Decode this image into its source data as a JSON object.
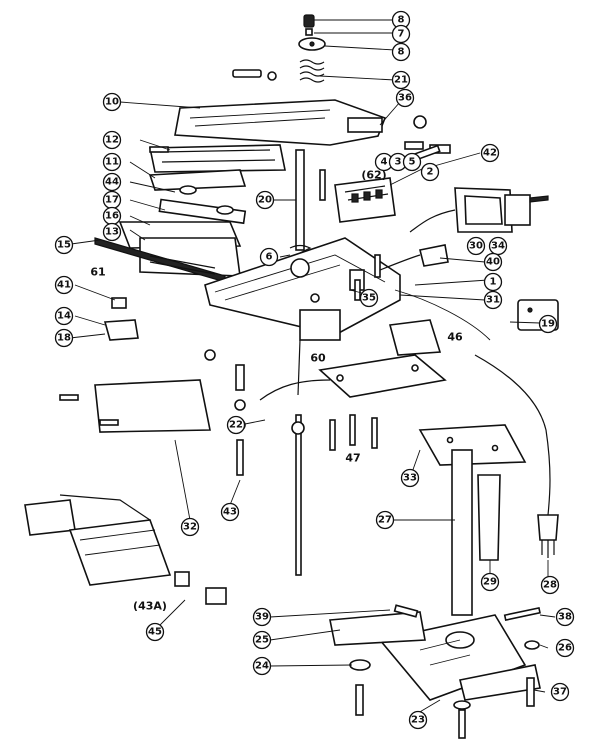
{
  "callouts": [
    {
      "id": "c8a",
      "text": "8"
    },
    {
      "id": "c7",
      "text": "7"
    },
    {
      "id": "c8b",
      "text": "8"
    },
    {
      "id": "c21",
      "text": "21"
    },
    {
      "id": "c10",
      "text": "10"
    },
    {
      "id": "c36",
      "text": "36"
    },
    {
      "id": "c12",
      "text": "12"
    },
    {
      "id": "c42",
      "text": "42"
    },
    {
      "id": "c4",
      "text": "4"
    },
    {
      "id": "c3",
      "text": "3"
    },
    {
      "id": "c5",
      "text": "5"
    },
    {
      "id": "c11",
      "text": "11"
    },
    {
      "id": "c2",
      "text": "2"
    },
    {
      "id": "c44",
      "text": "44"
    },
    {
      "id": "c17",
      "text": "17"
    },
    {
      "id": "c20",
      "text": "20"
    },
    {
      "id": "c16",
      "text": "16"
    },
    {
      "id": "c13",
      "text": "13"
    },
    {
      "id": "c30",
      "text": "30"
    },
    {
      "id": "c34",
      "text": "34"
    },
    {
      "id": "c15",
      "text": "15"
    },
    {
      "id": "c6",
      "text": "6"
    },
    {
      "id": "c40",
      "text": "40"
    },
    {
      "id": "c1",
      "text": "1"
    },
    {
      "id": "c41",
      "text": "41"
    },
    {
      "id": "c31",
      "text": "31"
    },
    {
      "id": "c35",
      "text": "35"
    },
    {
      "id": "c14",
      "text": "14"
    },
    {
      "id": "c19",
      "text": "19"
    },
    {
      "id": "c18",
      "text": "18"
    },
    {
      "id": "c22",
      "text": "22"
    },
    {
      "id": "c33",
      "text": "33"
    },
    {
      "id": "c43",
      "text": "43"
    },
    {
      "id": "c32",
      "text": "32"
    },
    {
      "id": "c27",
      "text": "27"
    },
    {
      "id": "c29",
      "text": "29"
    },
    {
      "id": "c28",
      "text": "28"
    },
    {
      "id": "c45",
      "text": "45"
    },
    {
      "id": "c39",
      "text": "39"
    },
    {
      "id": "c38",
      "text": "38"
    },
    {
      "id": "c25",
      "text": "25"
    },
    {
      "id": "c26",
      "text": "26"
    },
    {
      "id": "c24",
      "text": "24"
    },
    {
      "id": "c37",
      "text": "37"
    },
    {
      "id": "c23",
      "text": "23"
    }
  ],
  "labels": {
    "l62": "(62)",
    "l61": "61",
    "l60": "60",
    "l46": "46",
    "l47": "47",
    "l43a": "(43A)"
  }
}
